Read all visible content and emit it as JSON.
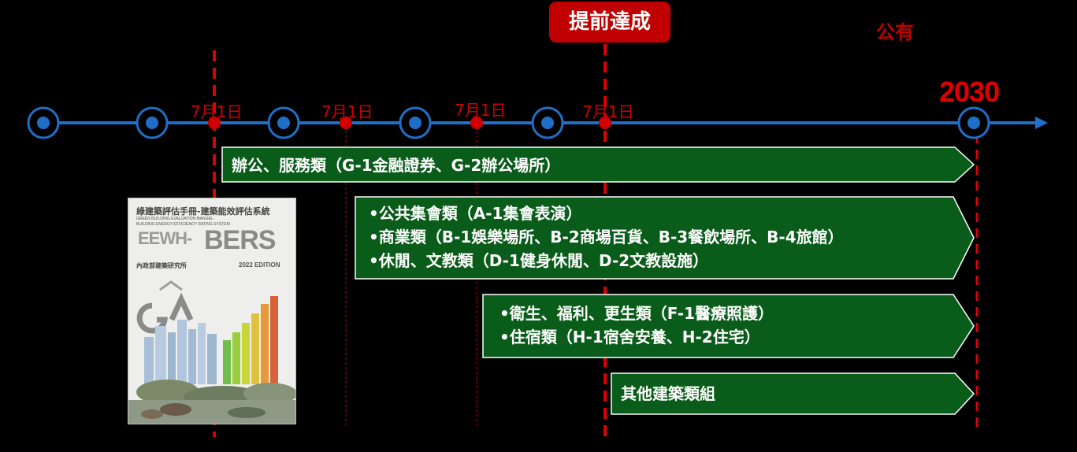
{
  "badge": {
    "label": "提前達成"
  },
  "top_right_label": "公有",
  "year_label": "2030",
  "date_labels": [
    "7月1日",
    "7月1日",
    "7月1日",
    "7月1日"
  ],
  "arrows": [
    {
      "lines": [
        "辦公、服務類（G-1金融證券、G-2辦公場所）"
      ]
    },
    {
      "lines": [
        "•公共集會類（A-1集會表演）",
        "•商業類（B-1娛樂場所、B-2商場百貨、B-3餐飲場所、B-4旅館）",
        "•休閒、文教類（D-1健身休閒、D-2文教設施）"
      ]
    },
    {
      "lines": [
        "•衛生、福利、更生類（F-1醫療照護）",
        "•住宿類（H-1宿舍安養、H-2住宅）"
      ]
    },
    {
      "lines": [
        "其他建築類組"
      ]
    }
  ],
  "book_cover": {
    "title": "綠建築評估手冊-建築能效評估系統",
    "subtitle_lines": [
      "GREEN BUILDING EVALUATION MANUAL-",
      "BUILDING ENERGY-EFFICIENCY RATING SYSTEM"
    ],
    "logo_left": "EEWH-",
    "logo_right": "BERS",
    "edition": "2022 EDITION",
    "publisher": "內政部建築研究所"
  },
  "colors": {
    "background": "#000000",
    "timeline": "#1f6fc8",
    "accent_red": "#c00000",
    "arrow_fill": "#0a5c1a",
    "arrow_border": "#ffffff"
  }
}
